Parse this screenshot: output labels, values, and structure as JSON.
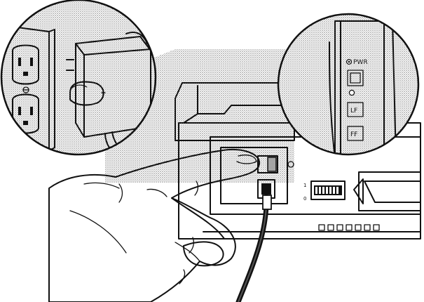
{
  "panel": {
    "pwr_label": "PWR",
    "lf_label": "LF",
    "ff_label": "FF"
  },
  "colors": {
    "ink": "#111111",
    "stipple": "#7a7a7a",
    "paper": "#ffffff"
  }
}
